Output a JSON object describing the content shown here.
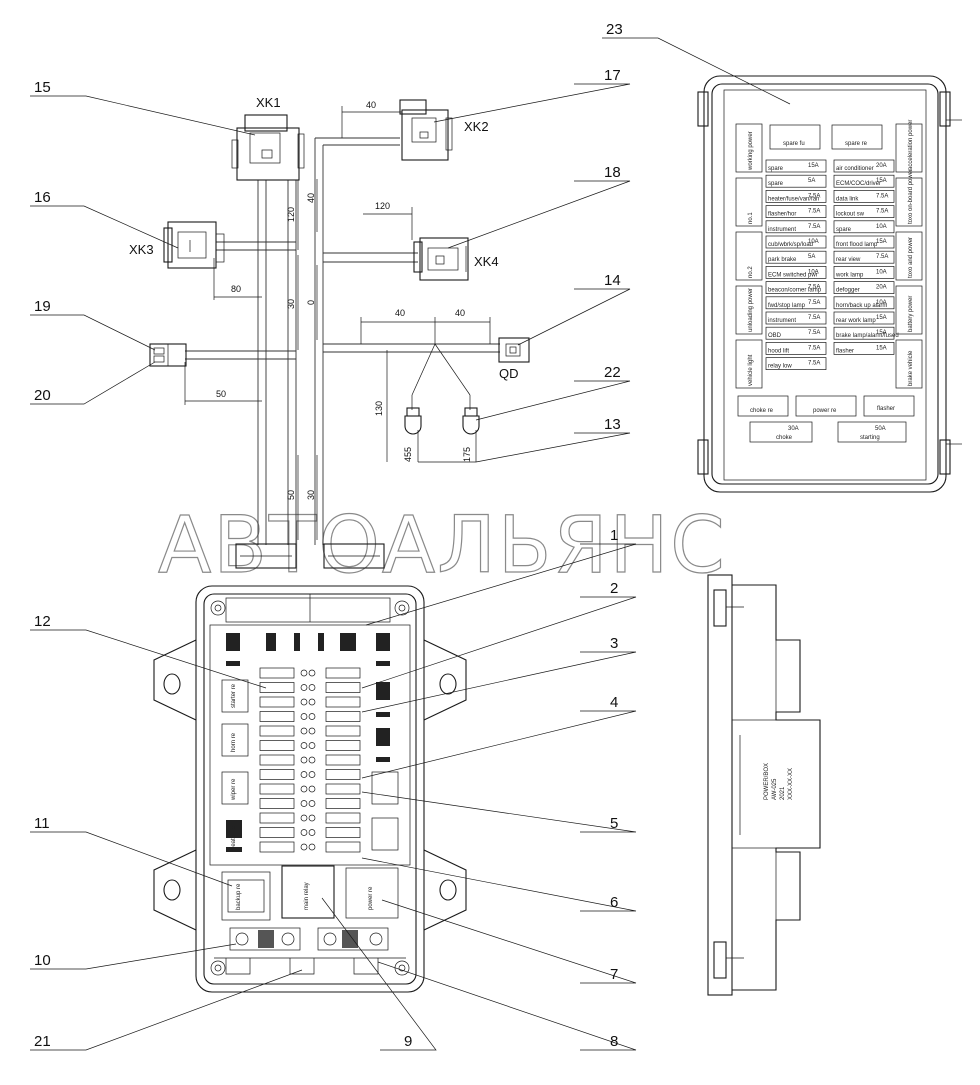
{
  "watermark": "АВТОАЛЬЯНС",
  "connectors": {
    "xk1": "XK1",
    "xk2": "XK2",
    "xk3": "XK3",
    "xk4": "XK4",
    "qd": "QD"
  },
  "dimensions": {
    "d40_top": "40",
    "d40_vert": "40",
    "d120_vert": "120",
    "d120_h": "120",
    "d80": "80",
    "d30_a": "30",
    "d0": "0",
    "d40_l": "40",
    "d40_r": "40",
    "d50_h": "50",
    "d130": "130",
    "d50_v": "50",
    "d30_b": "30",
    "w455": "455",
    "w175": "175"
  },
  "callouts": [
    "1",
    "2",
    "3",
    "4",
    "5",
    "6",
    "7",
    "8",
    "9",
    "10",
    "11",
    "12",
    "13",
    "14",
    "15",
    "16",
    "17",
    "18",
    "19",
    "20",
    "21",
    "22",
    "23"
  ],
  "fuse_panel": {
    "left_labels": [
      "working power",
      "no.1",
      "no.2",
      "unloading power",
      "vehicle light"
    ],
    "right_labels": [
      "acceleration power",
      "toxo on-board power",
      "toxo and power",
      "battery power",
      "brake vehicle"
    ],
    "spare_left": "spare fu",
    "spare_right": "spare re",
    "fuses_left": [
      {
        "name": "spare",
        "amp": "15A"
      },
      {
        "name": "spare",
        "amp": "5A"
      },
      {
        "name": "heater/fuse/van/fan",
        "amp": "7.5A"
      },
      {
        "name": "flasher/hor",
        "amp": "7.5A"
      },
      {
        "name": "instrument",
        "amp": "7.5A"
      },
      {
        "name": "cub/wbrk/sp/load",
        "amp": "10A"
      },
      {
        "name": "park brake",
        "amp": "5A"
      },
      {
        "name": "ECM switched pwr",
        "amp": "10A"
      },
      {
        "name": "beacon/corner lamp",
        "amp": "7.5A"
      },
      {
        "name": "fwd/stop lamp",
        "amp": "7.5A"
      },
      {
        "name": "instrument",
        "amp": "7.5A"
      },
      {
        "name": "OBD",
        "amp": "7.5A"
      },
      {
        "name": "hood lift",
        "amp": "7.5A"
      },
      {
        "name": "relay low",
        "amp": "7.5A"
      }
    ],
    "fuses_right": [
      {
        "name": "air conditioner",
        "amp": "20A"
      },
      {
        "name": "ECM/COC/driver",
        "amp": "15A"
      },
      {
        "name": "data link",
        "amp": "7.5A"
      },
      {
        "name": "lockout sw",
        "amp": "7.5A"
      },
      {
        "name": "spare",
        "amp": "10A"
      },
      {
        "name": "front flood lamp",
        "amp": "15A"
      },
      {
        "name": "rear view",
        "amp": "7.5A"
      },
      {
        "name": "work lamp",
        "amp": "10A"
      },
      {
        "name": "defogger",
        "amp": "20A"
      },
      {
        "name": "horn/back up alarm",
        "amp": "10A"
      },
      {
        "name": "rear work lamp",
        "amp": "15A"
      },
      {
        "name": "brake lamp/alarm/fused",
        "amp": "15A"
      },
      {
        "name": "flasher",
        "amp": "15A"
      }
    ],
    "relays": [
      "choke re",
      "power re",
      "flasher"
    ],
    "big_fuses": [
      {
        "amp": "30A",
        "name": "choke"
      },
      {
        "amp": "50A",
        "name": "starting"
      }
    ]
  },
  "housing_labels": {
    "relay_left": [
      "starter re",
      "horn re",
      "wiper re",
      "heater re"
    ],
    "relay_bottom": [
      "backup re",
      "main relay",
      "power re"
    ],
    "side_label": [
      "POWER/BOX",
      "AW-025",
      "2021",
      "XXX-XX-XX"
    ]
  }
}
